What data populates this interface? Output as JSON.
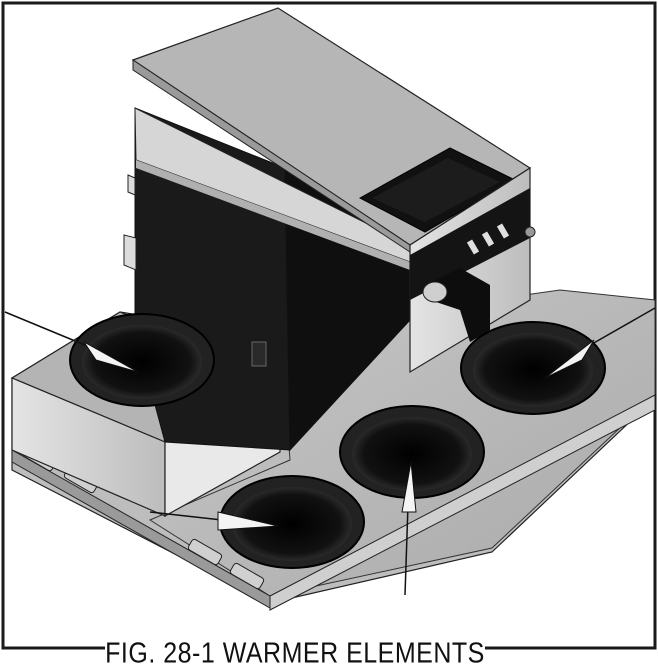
{
  "figure": {
    "caption": "FIG. 28-1 WARMER ELEMENTS",
    "subject": "coffee brewer with four warmer elements",
    "callout_count": 4,
    "colors": {
      "border": "#1a1a1a",
      "steel_light": "#d8d8d8",
      "steel_mid": "#b9b9b9",
      "steel_dark": "#8f8f8f",
      "body_black": "#151515",
      "warmer_ring": "#0d0d0d",
      "background": "#ffffff"
    }
  }
}
